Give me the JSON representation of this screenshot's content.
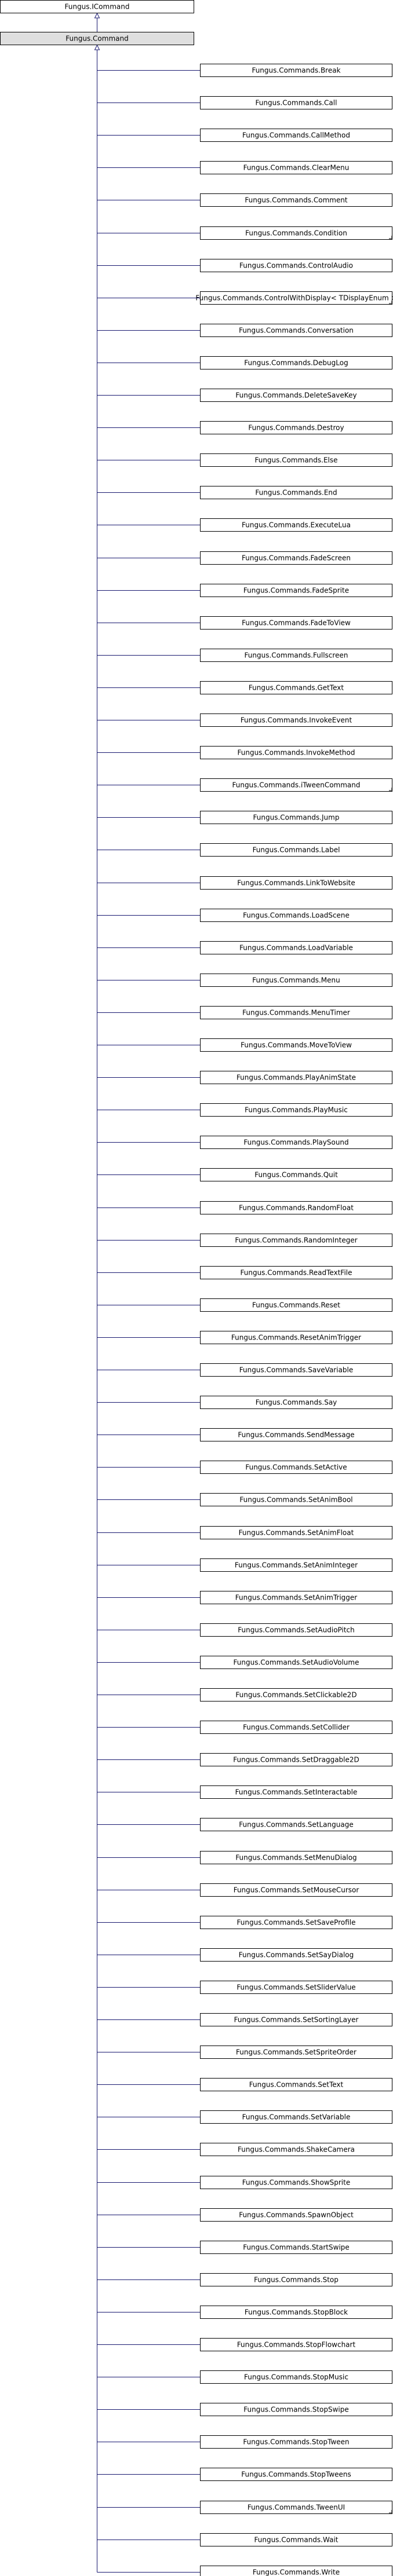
{
  "diagram": {
    "root": {
      "label": "Fungus.ICommand",
      "link": false
    },
    "base": {
      "label": "Fungus.Command",
      "link": true
    },
    "children": [
      {
        "label": "Fungus.Commands.Break",
        "more": false
      },
      {
        "label": "Fungus.Commands.Call",
        "more": false
      },
      {
        "label": "Fungus.Commands.CallMethod",
        "more": false
      },
      {
        "label": "Fungus.Commands.ClearMenu",
        "more": false
      },
      {
        "label": "Fungus.Commands.Comment",
        "more": false
      },
      {
        "label": "Fungus.Commands.Condition",
        "more": true
      },
      {
        "label": "Fungus.Commands.ControlAudio",
        "more": false
      },
      {
        "label": "Fungus.Commands.ControlWithDisplay< TDisplayEnum >",
        "more": true
      },
      {
        "label": "Fungus.Commands.Conversation",
        "more": false
      },
      {
        "label": "Fungus.Commands.DebugLog",
        "more": false
      },
      {
        "label": "Fungus.Commands.DeleteSaveKey",
        "more": false
      },
      {
        "label": "Fungus.Commands.Destroy",
        "more": false
      },
      {
        "label": "Fungus.Commands.Else",
        "more": false
      },
      {
        "label": "Fungus.Commands.End",
        "more": false
      },
      {
        "label": "Fungus.Commands.ExecuteLua",
        "more": false
      },
      {
        "label": "Fungus.Commands.FadeScreen",
        "more": false
      },
      {
        "label": "Fungus.Commands.FadeSprite",
        "more": false
      },
      {
        "label": "Fungus.Commands.FadeToView",
        "more": false
      },
      {
        "label": "Fungus.Commands.Fullscreen",
        "more": false
      },
      {
        "label": "Fungus.Commands.GetText",
        "more": false
      },
      {
        "label": "Fungus.Commands.InvokeEvent",
        "more": false
      },
      {
        "label": "Fungus.Commands.InvokeMethod",
        "more": false
      },
      {
        "label": "Fungus.Commands.iTweenCommand",
        "more": true
      },
      {
        "label": "Fungus.Commands.Jump",
        "more": false
      },
      {
        "label": "Fungus.Commands.Label",
        "more": false
      },
      {
        "label": "Fungus.Commands.LinkToWebsite",
        "more": false
      },
      {
        "label": "Fungus.Commands.LoadScene",
        "more": false
      },
      {
        "label": "Fungus.Commands.LoadVariable",
        "more": false
      },
      {
        "label": "Fungus.Commands.Menu",
        "more": false
      },
      {
        "label": "Fungus.Commands.MenuTimer",
        "more": false
      },
      {
        "label": "Fungus.Commands.MoveToView",
        "more": false
      },
      {
        "label": "Fungus.Commands.PlayAnimState",
        "more": false
      },
      {
        "label": "Fungus.Commands.PlayMusic",
        "more": false
      },
      {
        "label": "Fungus.Commands.PlaySound",
        "more": false
      },
      {
        "label": "Fungus.Commands.Quit",
        "more": false
      },
      {
        "label": "Fungus.Commands.RandomFloat",
        "more": false
      },
      {
        "label": "Fungus.Commands.RandomInteger",
        "more": false
      },
      {
        "label": "Fungus.Commands.ReadTextFile",
        "more": false
      },
      {
        "label": "Fungus.Commands.Reset",
        "more": false
      },
      {
        "label": "Fungus.Commands.ResetAnimTrigger",
        "more": false
      },
      {
        "label": "Fungus.Commands.SaveVariable",
        "more": false
      },
      {
        "label": "Fungus.Commands.Say",
        "more": false
      },
      {
        "label": "Fungus.Commands.SendMessage",
        "more": false
      },
      {
        "label": "Fungus.Commands.SetActive",
        "more": false
      },
      {
        "label": "Fungus.Commands.SetAnimBool",
        "more": false
      },
      {
        "label": "Fungus.Commands.SetAnimFloat",
        "more": false
      },
      {
        "label": "Fungus.Commands.SetAnimInteger",
        "more": false
      },
      {
        "label": "Fungus.Commands.SetAnimTrigger",
        "more": false
      },
      {
        "label": "Fungus.Commands.SetAudioPitch",
        "more": false
      },
      {
        "label": "Fungus.Commands.SetAudioVolume",
        "more": false
      },
      {
        "label": "Fungus.Commands.SetClickable2D",
        "more": false
      },
      {
        "label": "Fungus.Commands.SetCollider",
        "more": false
      },
      {
        "label": "Fungus.Commands.SetDraggable2D",
        "more": false
      },
      {
        "label": "Fungus.Commands.SetInteractable",
        "more": false
      },
      {
        "label": "Fungus.Commands.SetLanguage",
        "more": false
      },
      {
        "label": "Fungus.Commands.SetMenuDialog",
        "more": false
      },
      {
        "label": "Fungus.Commands.SetMouseCursor",
        "more": false
      },
      {
        "label": "Fungus.Commands.SetSaveProfile",
        "more": false
      },
      {
        "label": "Fungus.Commands.SetSayDialog",
        "more": false
      },
      {
        "label": "Fungus.Commands.SetSliderValue",
        "more": false
      },
      {
        "label": "Fungus.Commands.SetSortingLayer",
        "more": false
      },
      {
        "label": "Fungus.Commands.SetSpriteOrder",
        "more": false
      },
      {
        "label": "Fungus.Commands.SetText",
        "more": false
      },
      {
        "label": "Fungus.Commands.SetVariable",
        "more": false
      },
      {
        "label": "Fungus.Commands.ShakeCamera",
        "more": false
      },
      {
        "label": "Fungus.Commands.ShowSprite",
        "more": false
      },
      {
        "label": "Fungus.Commands.SpawnObject",
        "more": false
      },
      {
        "label": "Fungus.Commands.StartSwipe",
        "more": false
      },
      {
        "label": "Fungus.Commands.Stop",
        "more": false
      },
      {
        "label": "Fungus.Commands.StopBlock",
        "more": false
      },
      {
        "label": "Fungus.Commands.StopFlowchart",
        "more": false
      },
      {
        "label": "Fungus.Commands.StopMusic",
        "more": false
      },
      {
        "label": "Fungus.Commands.StopSwipe",
        "more": false
      },
      {
        "label": "Fungus.Commands.StopTween",
        "more": false
      },
      {
        "label": "Fungus.Commands.StopTweens",
        "more": false
      },
      {
        "label": "Fungus.Commands.TweenUI",
        "more": true
      },
      {
        "label": "Fungus.Commands.Wait",
        "more": false
      },
      {
        "label": "Fungus.Commands.Write",
        "more": false
      }
    ],
    "colors": {
      "box_border": "#000000",
      "box_fill": "#ffffff",
      "base_fill": "#dfdfdf",
      "edge": "#191970",
      "text": "#000000"
    }
  }
}
